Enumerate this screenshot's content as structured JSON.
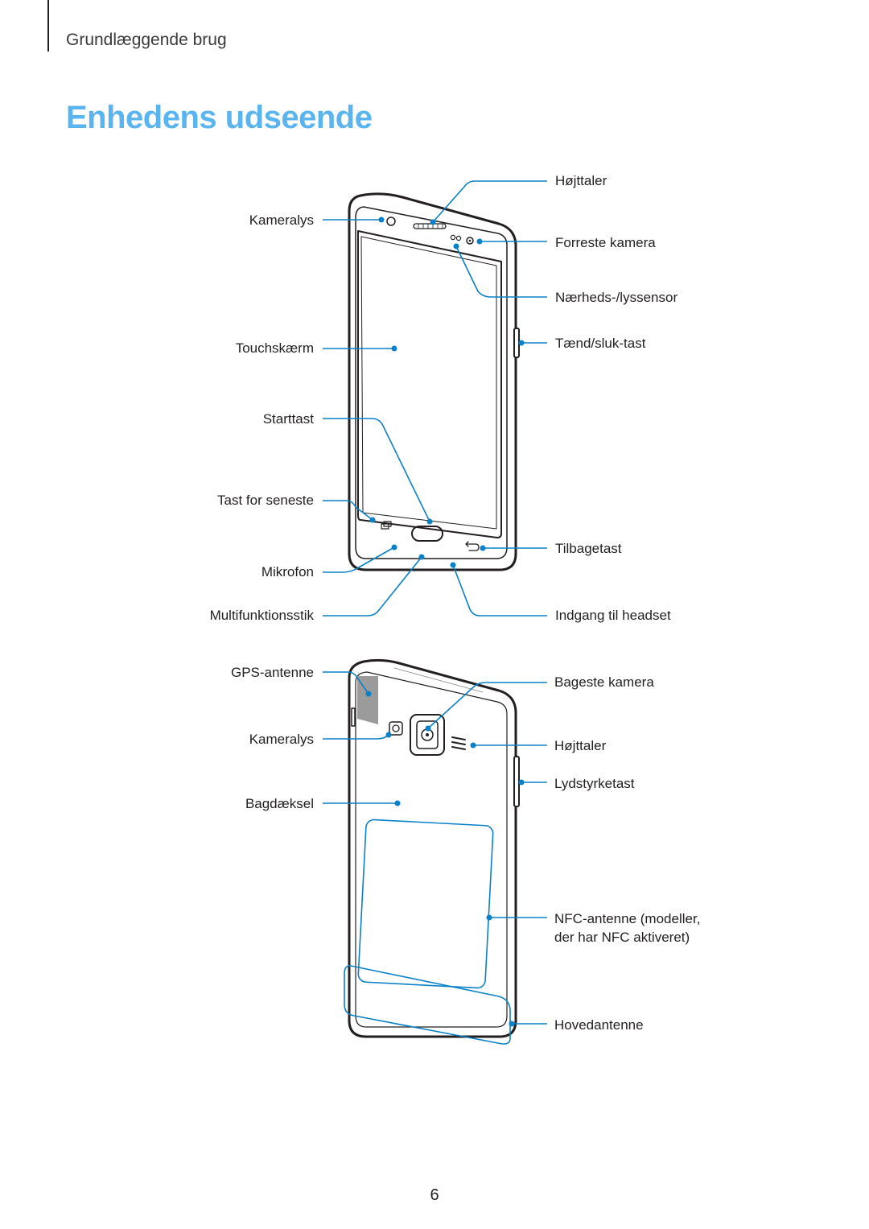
{
  "header": {
    "section": "Grundlæggende brug"
  },
  "title": "Enhedens udseende",
  "front": {
    "left_labels": [
      "Kameralys",
      "Touchskærm",
      "Starttast",
      "Tast for seneste",
      "Mikrofon",
      "Multifunktionsstik"
    ],
    "right_labels": [
      "Højttaler",
      "Forreste kamera",
      "Nærheds-/lyssensor",
      "Tænd/sluk-tast",
      "Tilbagetast",
      "Indgang til headset"
    ]
  },
  "back": {
    "left_labels": [
      "GPS-antenne",
      "Kameralys",
      "Bagdæksel"
    ],
    "right_labels": [
      "Bageste kamera",
      "Højttaler",
      "Lydstyrketast",
      "NFC-antenne (modeller,",
      "der har NFC aktiveret)",
      "Hovedantenne"
    ]
  },
  "footer": {
    "page_number": "6"
  },
  "colors": {
    "title": "#5ab4f0",
    "callout": "#0a80c8",
    "outline": "#231f20"
  }
}
